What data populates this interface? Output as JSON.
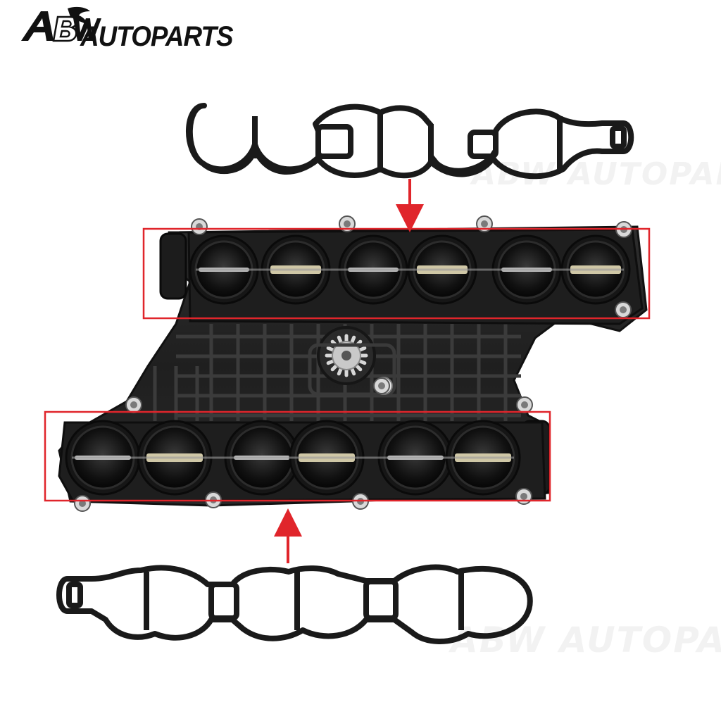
{
  "brand": {
    "name": "AUTOPARTS",
    "monogram": "ABW",
    "watermark": "ABW AUTOPARTS"
  },
  "colors": {
    "highlight_box": "#e0252b",
    "arrow": "#e0252b",
    "gasket": "#1a1a1a",
    "manifold": "#232323",
    "runner_flap": "#cfc7a6"
  },
  "product": {
    "top_gasket_ports": 6,
    "bottom_gasket_ports": 6,
    "manifold_ports_per_bank": 6
  }
}
